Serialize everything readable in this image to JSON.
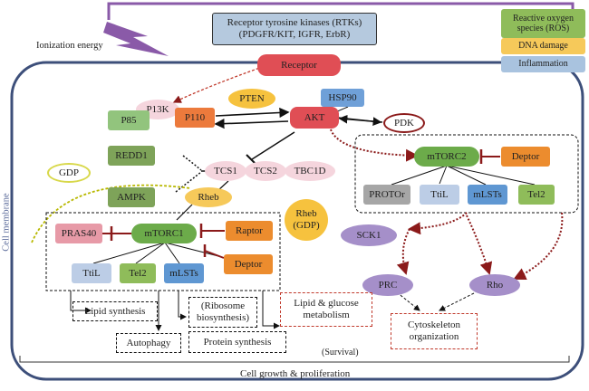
{
  "title": "Receptor tyrosine kinases (RTKs)",
  "title_sub": "(PDGFR/KIT, IGFR, ErbR)",
  "legend": {
    "ros": "Reactive oxygen species (ROS)",
    "dna": "DNA damage",
    "inflammation": "Inflammation",
    "colors": {
      "ros": "#8fbc5a",
      "dna": "#f6c95a",
      "inflammation": "#a9c3df"
    }
  },
  "labels": {
    "ionization": "Ionization energy",
    "cell_membrane": "Cell membrane",
    "survival": "(Survival)",
    "growth": "Cell growth & proliferation"
  },
  "nodes": {
    "receptor": "Receptor",
    "p13k": "P13K",
    "p85": "P85",
    "p110": "P110",
    "pten": "PTEN",
    "hsp90": "HSP90",
    "akt": "AKT",
    "pdk": "PDK",
    "redd1": "REDD1",
    "tcs1": "TCS1",
    "tcs2": "TCS2",
    "tbc1d": "TBC1D",
    "gdp": "GDP",
    "ampk": "AMPK",
    "rheb": "Rheb",
    "rheb_gdp": "Rheb (GDP)",
    "mtorc2": "mTORC2",
    "deptor2": "Deptor",
    "protor": "PROTOr",
    "ttil2": "TtiL",
    "mlsts2": "mLSTs",
    "tel2b": "Tel2",
    "sck1": "SCK1",
    "pras40": "PRAS40",
    "mtorc1": "mTORC1",
    "raptor": "Raptor",
    "deptor1": "Deptor",
    "ttil1": "TtiL",
    "tel2a": "Tel2",
    "mlsts1": "mLSTs",
    "prc": "PRC",
    "rho": "Rho"
  },
  "boxes": {
    "lipid_synthesis": "Lipid synthesis",
    "autophagy": "Autophagy",
    "ribosome": "(Ribosome biosynthesis)",
    "protein_synthesis": "Protein synthesis",
    "lipid_glucose": "Lipid & glucose metabolism",
    "cytoskeleton": "Cytoskeleton organization"
  }
}
